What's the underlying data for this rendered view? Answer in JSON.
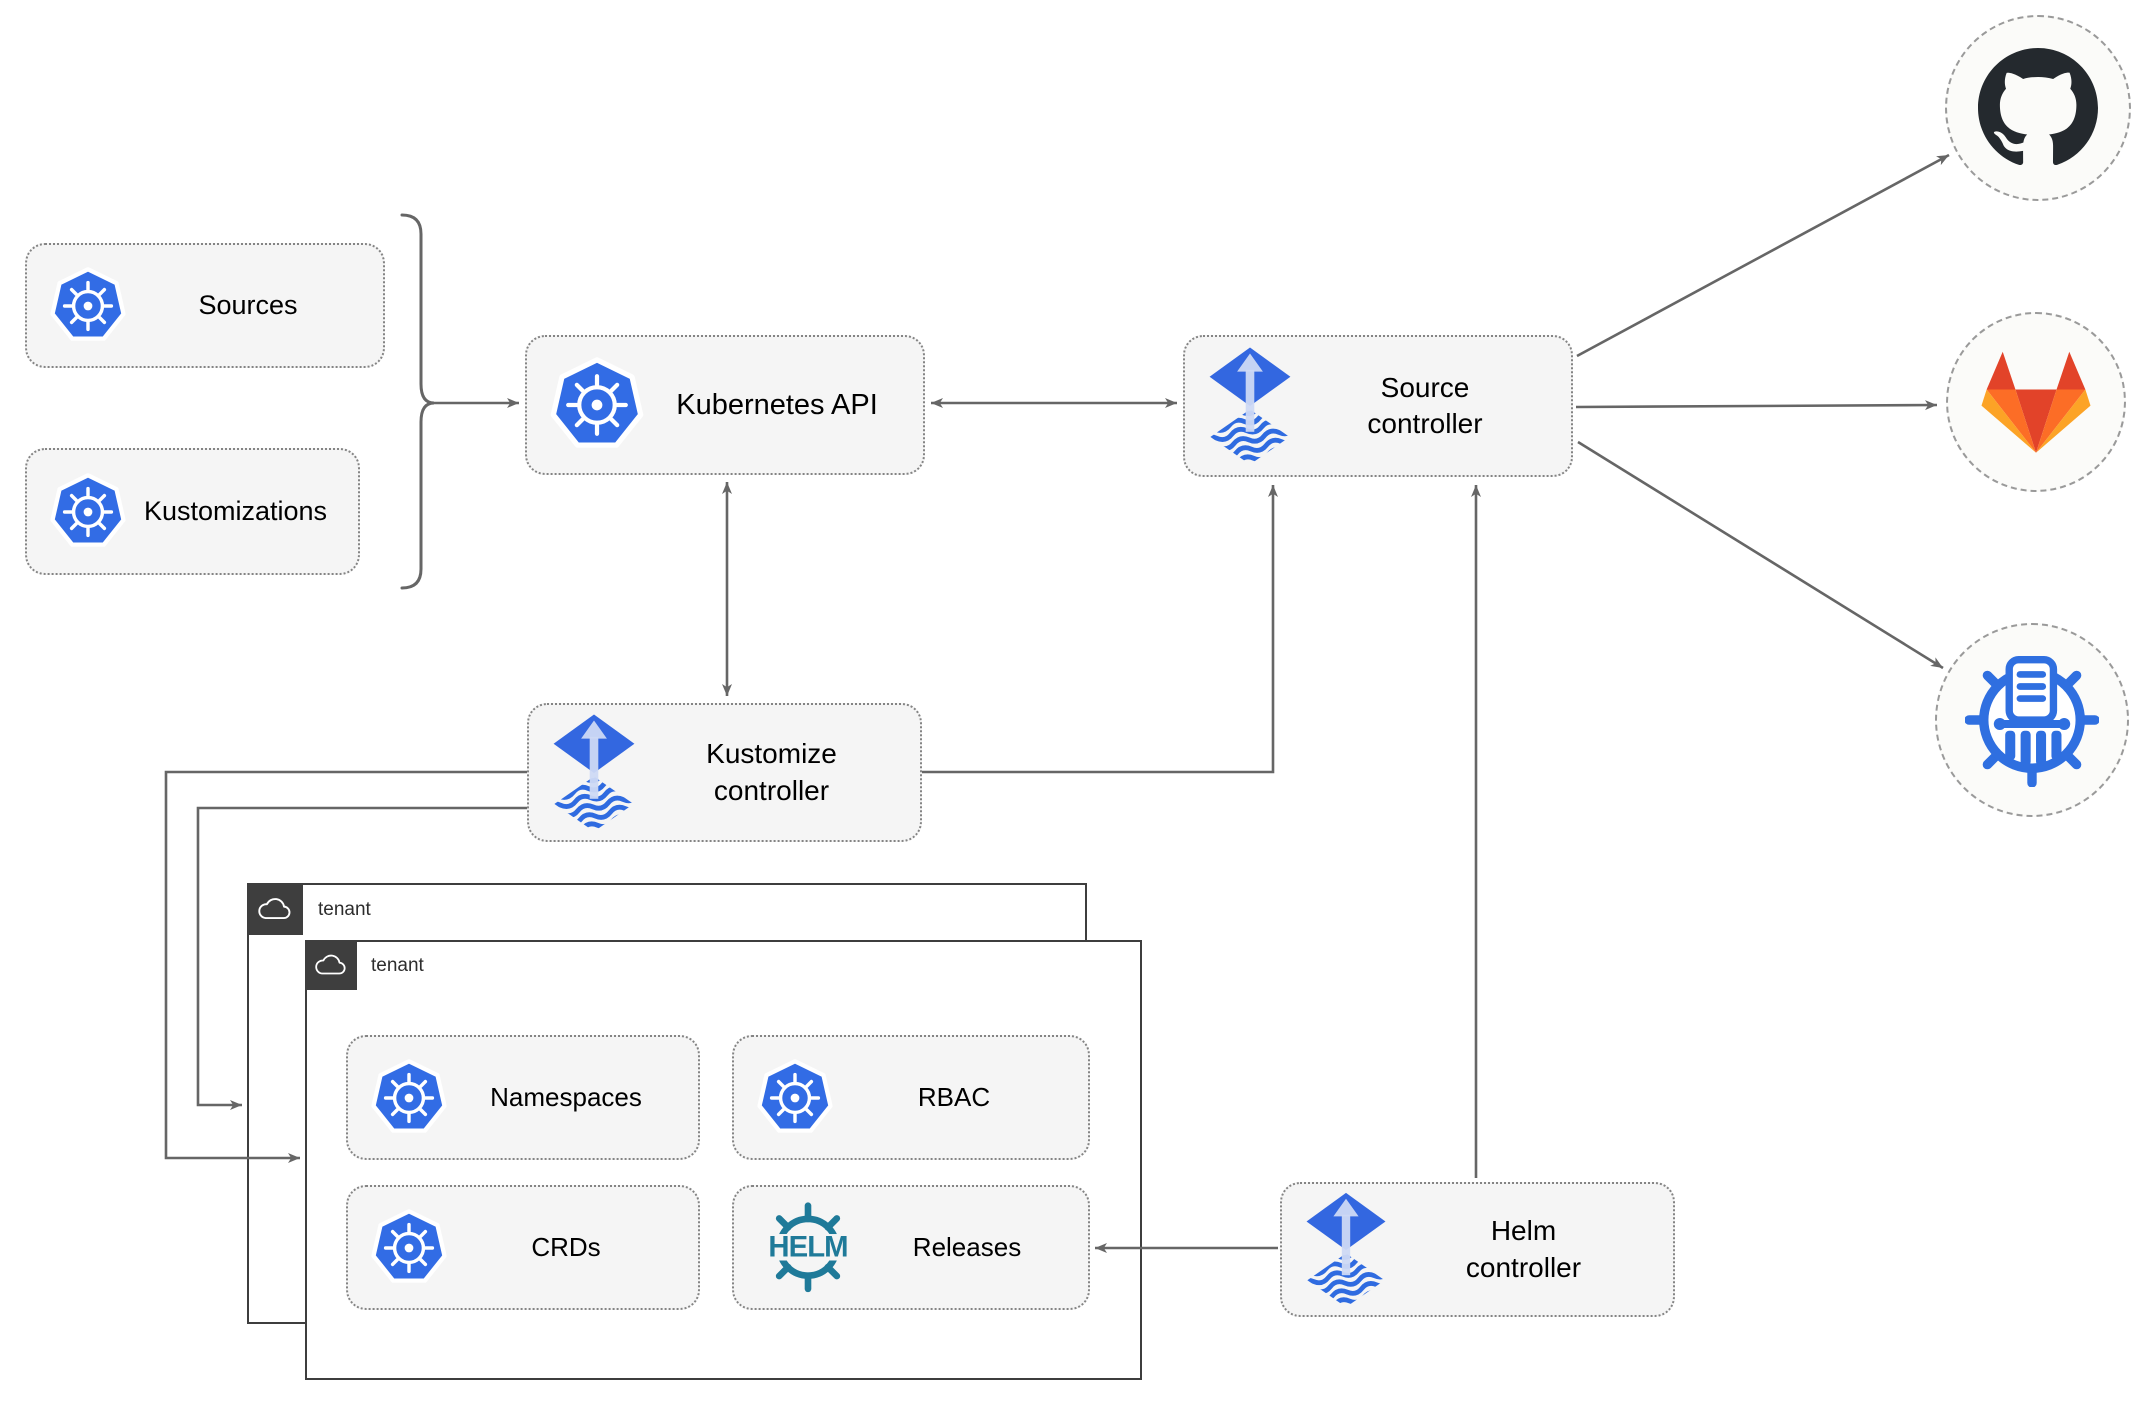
{
  "diagram": {
    "nodes": {
      "sources": {
        "label": "Sources"
      },
      "kustomizations": {
        "label": "Kustomizations"
      },
      "kubernetes_api": {
        "label": "Kubernetes API"
      },
      "source_controller": {
        "line1": "Source",
        "line2": "controller"
      },
      "kustomize_controller": {
        "line1": "Kustomize",
        "line2": "controller"
      },
      "helm_controller": {
        "line1": "Helm",
        "line2": "controller"
      },
      "tenant_outer": {
        "label": "tenant"
      },
      "tenant_inner": {
        "label": "tenant"
      },
      "namespaces": {
        "label": "Namespaces"
      },
      "rbac": {
        "label": "RBAC"
      },
      "crds": {
        "label": "CRDs"
      },
      "releases": {
        "label": "Releases"
      }
    },
    "icons": {
      "kubernetes": "kubernetes-icon",
      "flux": "flux-icon",
      "helm": "helm-icon",
      "helm_logo_text": "HELM",
      "github": "github-icon",
      "gitlab": "gitlab-icon",
      "chartmuseum": "chartmuseum-icon",
      "cloud": "cloud-icon"
    },
    "colors": {
      "kubernetes_blue": "#326ce5",
      "flux_blue": "#3367e0",
      "flux_light": "#cdd9f4",
      "helm_teal": "#1f7a99",
      "github_dark": "#24292e",
      "gitlab_red": "#e24329",
      "gitlab_orange": "#fc6d26",
      "gitlab_amber": "#fca326",
      "connector_gray": "#666666",
      "node_fill": "#f5f5f5",
      "node_border": "#848484",
      "tenant_border": "#3e3e3e"
    }
  }
}
